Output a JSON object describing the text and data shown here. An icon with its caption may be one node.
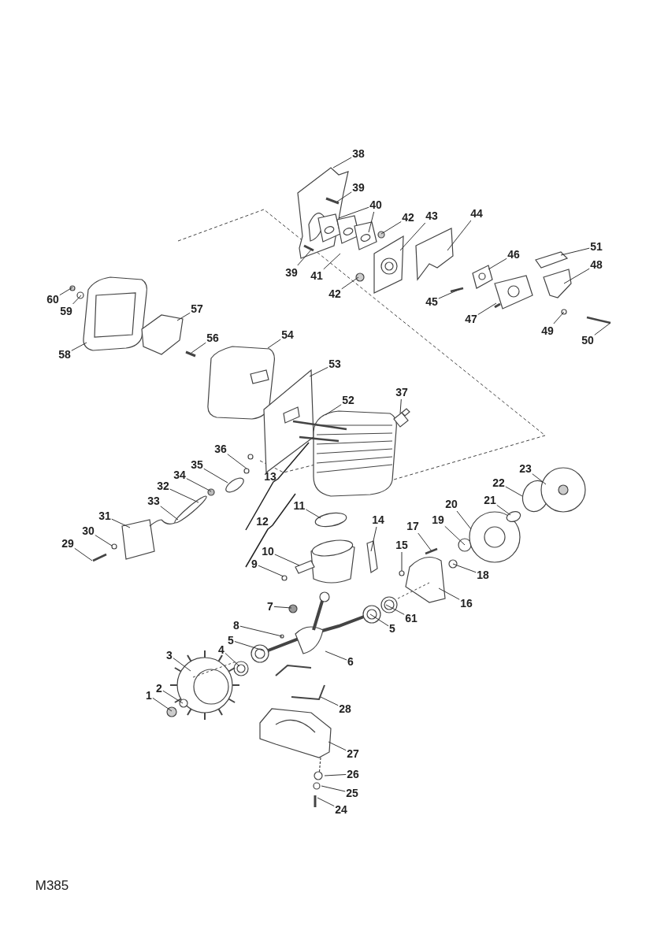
{
  "diagram": {
    "nodes": [
      {
        "text": [
          "38"
        ]
      },
      {
        "text": [
          "39"
        ]
      },
      {
        "text": [
          "40"
        ]
      },
      {
        "text": [
          "42"
        ]
      },
      {
        "text": [
          "43"
        ]
      },
      {
        "text": [
          "44"
        ]
      },
      {
        "text": [
          "39"
        ]
      },
      {
        "text": [
          "41"
        ]
      },
      {
        "text": [
          "42"
        ]
      },
      {
        "text": [
          "45"
        ]
      },
      {
        "text": [
          "46"
        ]
      },
      {
        "text": [
          "47"
        ]
      },
      {
        "text": [
          "51"
        ]
      },
      {
        "text": [
          "48"
        ]
      },
      {
        "text": [
          "49"
        ]
      },
      {
        "text": [
          "50"
        ]
      },
      {
        "text": [
          "60"
        ]
      },
      {
        "text": [
          "59"
        ]
      },
      {
        "text": [
          "58"
        ]
      },
      {
        "text": [
          "57"
        ]
      },
      {
        "text": [
          "56"
        ]
      },
      {
        "text": [
          "54"
        ]
      },
      {
        "text": [
          "53"
        ]
      },
      {
        "text": [
          "52"
        ]
      },
      {
        "text": [
          "37"
        ]
      },
      {
        "text": [
          "36"
        ]
      },
      {
        "text": [
          "35"
        ]
      },
      {
        "text": [
          "34"
        ]
      },
      {
        "text": [
          "32"
        ]
      },
      {
        "text": [
          "33"
        ]
      },
      {
        "text": [
          "31"
        ]
      },
      {
        "text": [
          "30"
        ]
      },
      {
        "text": [
          "29"
        ]
      },
      {
        "text": [
          "11"
        ]
      },
      {
        "text": [
          "10"
        ]
      },
      {
        "text": [
          "9"
        ]
      },
      {
        "text": [
          "23"
        ]
      },
      {
        "text": [
          "22"
        ]
      },
      {
        "text": [
          "21"
        ]
      },
      {
        "text": [
          "20"
        ]
      },
      {
        "text": [
          "19"
        ]
      },
      {
        "text": [
          "17"
        ]
      },
      {
        "text": [
          "14"
        ]
      },
      {
        "text": [
          "15"
        ]
      },
      {
        "text": [
          "18"
        ]
      },
      {
        "text": [
          "16"
        ]
      },
      {
        "text": [
          "61"
        ]
      },
      {
        "text": [
          "7"
        ]
      },
      {
        "text": [
          "5"
        ]
      },
      {
        "text": [
          "8"
        ]
      },
      {
        "text": [
          "6"
        ]
      },
      {
        "text": [
          "5"
        ]
      },
      {
        "text": [
          "4"
        ]
      },
      {
        "text": [
          "3"
        ]
      },
      {
        "text": [
          "2"
        ]
      },
      {
        "text": [
          "1"
        ]
      },
      {
        "text": [
          "28"
        ]
      },
      {
        "text": [
          "27"
        ]
      },
      {
        "text": [
          "26"
        ]
      },
      {
        "text": [
          "25"
        ]
      },
      {
        "text": [
          "24"
        ]
      }
    ],
    "edges": [
      {
        "from": 0,
        "to": null,
        "arrow": "none"
      },
      {
        "from": 1,
        "to": null,
        "arrow": "none"
      },
      {
        "from": 2,
        "to": null,
        "arrow": "none"
      },
      {
        "from": 2,
        "to": null,
        "arrow": "none"
      },
      {
        "from": 3,
        "to": null,
        "arrow": "none"
      },
      {
        "from": 4,
        "to": null,
        "arrow": "none"
      },
      {
        "from": 5,
        "to": null,
        "arrow": "none"
      },
      {
        "from": 6,
        "to": null,
        "arrow": "none"
      },
      {
        "from": 7,
        "to": null,
        "arrow": "none"
      },
      {
        "from": 8,
        "to": null,
        "arrow": "none"
      },
      {
        "from": 9,
        "to": null,
        "arrow": "none"
      },
      {
        "from": 10,
        "to": null,
        "arrow": "none"
      },
      {
        "from": 11,
        "to": null,
        "arrow": "none"
      },
      {
        "from": 12,
        "to": null,
        "arrow": "none"
      },
      {
        "from": 13,
        "to": null,
        "arrow": "none"
      },
      {
        "from": 14,
        "to": null,
        "arrow": "none"
      },
      {
        "from": 15,
        "to": null,
        "arrow": "none"
      },
      {
        "from": 16,
        "to": null,
        "arrow": "none"
      },
      {
        "from": 17,
        "to": null,
        "arrow": "none"
      },
      {
        "from": 18,
        "to": null,
        "arrow": "none"
      },
      {
        "from": 19,
        "to": null,
        "arrow": "none"
      },
      {
        "from": 20,
        "to": null,
        "arrow": "none"
      },
      {
        "from": 21,
        "to": null,
        "arrow": "none"
      },
      {
        "from": 22,
        "to": null,
        "arrow": "none"
      },
      {
        "from": 23,
        "to": null,
        "arrow": "none"
      },
      {
        "from": 24,
        "to": null,
        "arrow": "none"
      },
      {
        "from": 25,
        "to": null,
        "arrow": "none"
      },
      {
        "from": 26,
        "to": null,
        "arrow": "none"
      },
      {
        "from": 27,
        "to": null,
        "arrow": "none"
      },
      {
        "from": 28,
        "to": null,
        "arrow": "none"
      },
      {
        "from": 29,
        "to": null,
        "arrow": "none"
      },
      {
        "from": 30,
        "to": null,
        "arrow": "none"
      },
      {
        "from": 31,
        "to": null,
        "arrow": "none"
      },
      {
        "from": 32,
        "to": null,
        "arrow": "none"
      },
      {
        "from": 33,
        "to": null,
        "arrow": "none"
      },
      {
        "from": 34,
        "to": null,
        "arrow": "none"
      },
      {
        "from": 35,
        "to": null,
        "arrow": "none"
      },
      {
        "from": 36,
        "to": null,
        "arrow": "none"
      },
      {
        "from": 37,
        "to": null,
        "arrow": "none"
      },
      {
        "from": 38,
        "to": null,
        "arrow": "none"
      },
      {
        "from": 39,
        "to": null,
        "arrow": "none"
      },
      {
        "from": 40,
        "to": null,
        "arrow": "none"
      },
      {
        "from": 41,
        "to": null,
        "arrow": "none"
      },
      {
        "from": 42,
        "to": null,
        "arrow": "none"
      },
      {
        "from": 43,
        "to": null,
        "arrow": "none"
      },
      {
        "from": 44,
        "to": null,
        "arrow": "none"
      },
      {
        "from": 45,
        "to": null,
        "arrow": "none"
      },
      {
        "from": 46,
        "to": null,
        "arrow": "none"
      },
      {
        "from": 47,
        "to": null,
        "arrow": "none"
      },
      {
        "from": 48,
        "to": null,
        "arrow": "none"
      },
      {
        "from": 49,
        "to": null,
        "arrow": "none"
      },
      {
        "from": 50,
        "to": null,
        "arrow": "none"
      },
      {
        "from": 51,
        "to": null,
        "arrow": "none"
      },
      {
        "from": 52,
        "to": null,
        "arrow": "none"
      },
      {
        "from": 53,
        "to": null,
        "arrow": "none"
      },
      {
        "from": 54,
        "to": null,
        "arrow": "none"
      },
      {
        "from": 55,
        "to": null,
        "arrow": "none"
      },
      {
        "from": 56,
        "to": null,
        "arrow": "none"
      },
      {
        "from": 57,
        "to": null,
        "arrow": "none"
      },
      {
        "from": 58,
        "to": null,
        "arrow": "none"
      },
      {
        "from": 59,
        "to": null,
        "arrow": "none"
      },
      {
        "from": 60,
        "to": null,
        "arrow": "none"
      }
    ],
    "labels": [
      "13",
      "12",
      "M385"
    ]
  }
}
